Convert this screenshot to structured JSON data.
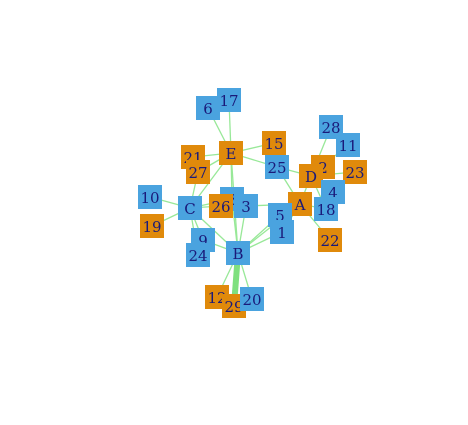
{
  "colors": {
    "blue": "#4aa3df",
    "orange": "#e08a0b",
    "edge": "#98e898",
    "label": "#1a1a7a",
    "background": "#ffffff"
  },
  "nodes": [
    {
      "id": "6",
      "group": "blue"
    },
    {
      "id": "17",
      "group": "blue"
    },
    {
      "id": "28",
      "group": "blue"
    },
    {
      "id": "11",
      "group": "blue"
    },
    {
      "id": "15",
      "group": "orange"
    },
    {
      "id": "E",
      "group": "orange"
    },
    {
      "id": "21",
      "group": "orange"
    },
    {
      "id": "27",
      "group": "orange"
    },
    {
      "id": "25",
      "group": "blue"
    },
    {
      "id": "2",
      "group": "orange"
    },
    {
      "id": "D",
      "group": "orange"
    },
    {
      "id": "23",
      "group": "orange"
    },
    {
      "id": "4",
      "group": "blue"
    },
    {
      "id": "10",
      "group": "blue"
    },
    {
      "id": "C",
      "group": "blue"
    },
    {
      "id": "8",
      "group": "blue"
    },
    {
      "id": "26",
      "group": "orange"
    },
    {
      "id": "3",
      "group": "blue"
    },
    {
      "id": "A",
      "group": "orange"
    },
    {
      "id": "18",
      "group": "blue"
    },
    {
      "id": "19",
      "group": "orange"
    },
    {
      "id": "5",
      "group": "blue"
    },
    {
      "id": "1",
      "group": "blue"
    },
    {
      "id": "22",
      "group": "orange"
    },
    {
      "id": "9",
      "group": "blue"
    },
    {
      "id": "24",
      "group": "blue"
    },
    {
      "id": "B",
      "group": "blue"
    },
    {
      "id": "12",
      "group": "orange"
    },
    {
      "id": "29",
      "group": "orange"
    },
    {
      "id": "20",
      "group": "blue"
    }
  ],
  "edges": [
    [
      "E",
      "6"
    ],
    [
      "E",
      "17"
    ],
    [
      "E",
      "15"
    ],
    [
      "E",
      "21"
    ],
    [
      "E",
      "25"
    ],
    [
      "E",
      "27"
    ],
    [
      "E",
      "C"
    ],
    [
      "E",
      "8"
    ],
    [
      "E",
      "B"
    ],
    [
      "D",
      "28"
    ],
    [
      "D",
      "11"
    ],
    [
      "D",
      "2"
    ],
    [
      "D",
      "23"
    ],
    [
      "D",
      "4"
    ],
    [
      "D",
      "18"
    ],
    [
      "D",
      "A"
    ],
    [
      "D",
      "25"
    ],
    [
      "A",
      "25"
    ],
    [
      "A",
      "3"
    ],
    [
      "A",
      "5"
    ],
    [
      "A",
      "1"
    ],
    [
      "A",
      "22"
    ],
    [
      "A",
      "B"
    ],
    [
      "A",
      "18"
    ],
    [
      "C",
      "10"
    ],
    [
      "C",
      "19"
    ],
    [
      "C",
      "27"
    ],
    [
      "C",
      "26"
    ],
    [
      "C",
      "9"
    ],
    [
      "C",
      "24"
    ],
    [
      "C",
      "B"
    ],
    [
      "C",
      "8"
    ],
    [
      "B",
      "12"
    ],
    [
      "B",
      "29"
    ],
    [
      "B",
      "20"
    ],
    [
      "B",
      "9"
    ],
    [
      "B",
      "5"
    ],
    [
      "B",
      "1"
    ],
    [
      "B",
      "3"
    ],
    [
      "B",
      "8"
    ]
  ]
}
